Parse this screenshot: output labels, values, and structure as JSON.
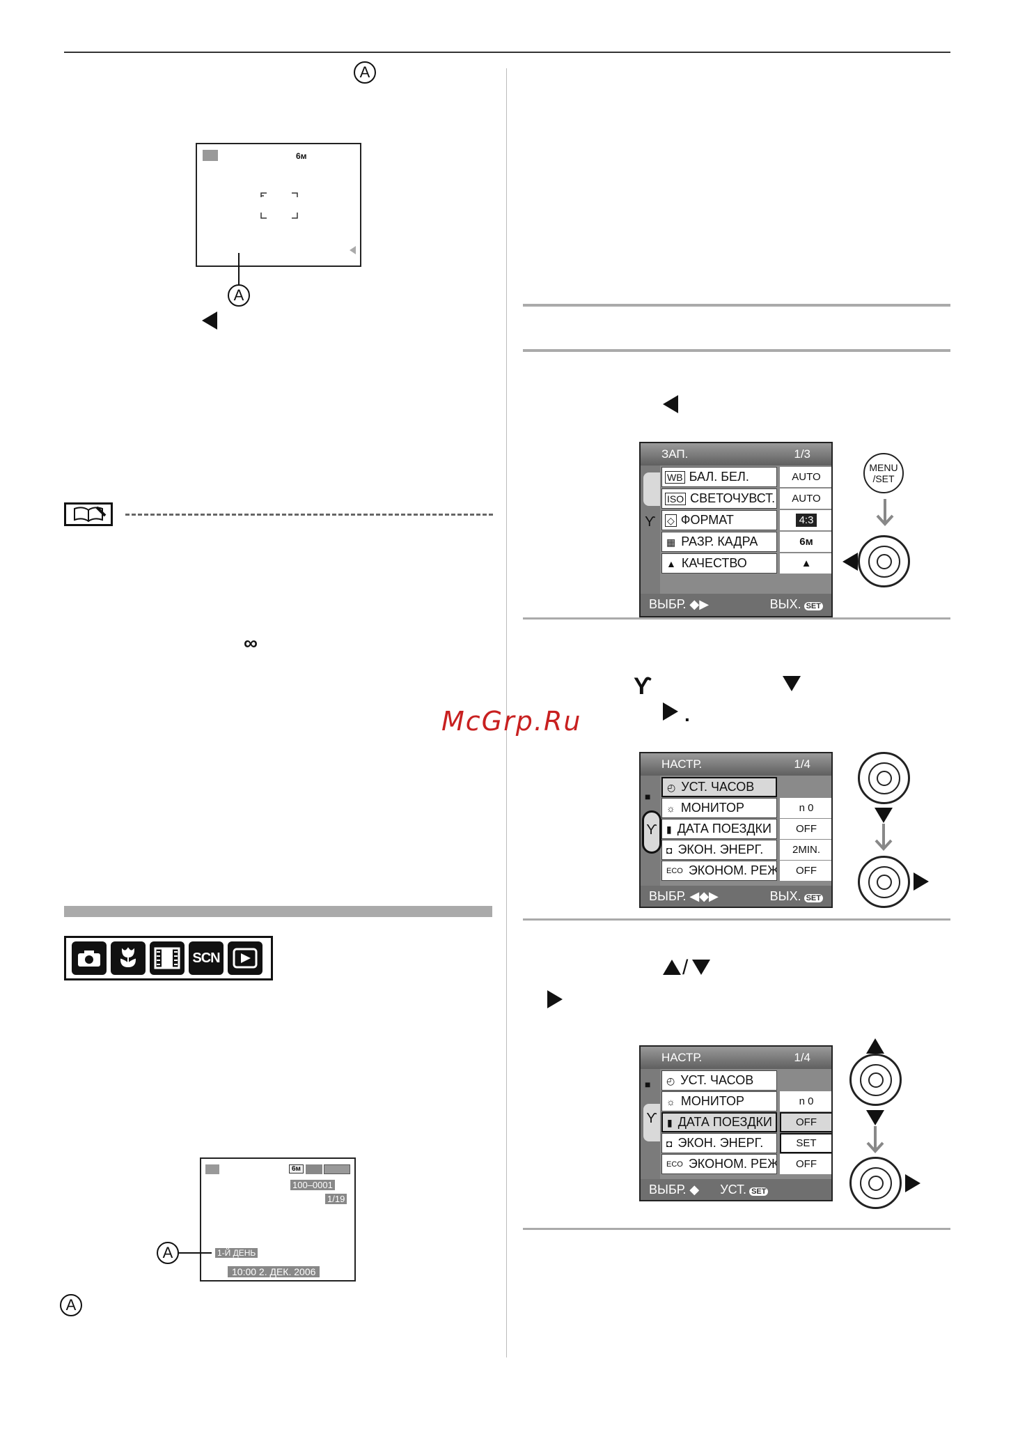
{
  "marker_a": "A",
  "lcd1": {
    "size_label": "6м"
  },
  "note_symbol": "∞",
  "lcd2": {
    "size_label": "6м",
    "file_no": "100–0001",
    "count": "1/19",
    "travel_label": "1-Й ДЕНЬ",
    "datetime": "10:00  2. ДЕК. 2006"
  },
  "mode_icons": [
    "camera-icon",
    "macro-icon",
    "film-icon",
    "SCN",
    "play-icon"
  ],
  "menu1": {
    "title": "ЗАП.",
    "page": "1/3",
    "rows": [
      {
        "icon": "WB",
        "label": "БАЛ. БЕЛ.",
        "value": "AUTO"
      },
      {
        "icon": "ISO",
        "label": "СВЕТОЧУВСТ.",
        "value": "AUTO"
      },
      {
        "icon": "◇",
        "label": "ФОРМАТ",
        "value": "4:3"
      },
      {
        "icon": "▦",
        "label": "РАЗР. КАДРА",
        "value": "6м"
      },
      {
        "icon": "▲",
        "label": "КАЧЕСТВО",
        "value": "▲"
      }
    ],
    "foot_left": "ВЫБР.",
    "foot_left_arrows": "◆▶",
    "foot_right": "ВЫХ.",
    "foot_chip": "SET"
  },
  "menu_button_label": "MENU /SET",
  "menu2": {
    "title": "НАСТР.",
    "page": "1/4",
    "rows": [
      {
        "icon": "◴",
        "label": "УСТ. ЧАСОВ",
        "value": ""
      },
      {
        "icon": "☼",
        "label": "МОНИТОР",
        "value": "n 0"
      },
      {
        "icon": "▮",
        "label": "ДАТА ПОЕЗДКИ",
        "value": "OFF"
      },
      {
        "icon": "◘",
        "label": "ЭКОН. ЭНЕРГ.",
        "value": "2MIN."
      },
      {
        "icon": "ECO",
        "label": "ЭКОНОМ. РЕЖ.",
        "value": "OFF"
      }
    ],
    "foot_left": "ВЫБР.",
    "foot_left_arrows": "◀◆▶",
    "foot_right": "ВЫХ.",
    "foot_chip": "SET"
  },
  "menu3": {
    "title": "НАСТР.",
    "page": "1/4",
    "rows": [
      {
        "icon": "◴",
        "label": "УСТ. ЧАСОВ",
        "value": ""
      },
      {
        "icon": "☼",
        "label": "МОНИТОР",
        "value": "n 0"
      },
      {
        "icon": "▮",
        "label": "ДАТА ПОЕЗДКИ",
        "value": "OFF"
      },
      {
        "icon": "◘",
        "label": "ЭКОН. ЭНЕРГ.",
        "value": "SET"
      },
      {
        "icon": "ECO",
        "label": "ЭКОНОМ. РЕЖ.",
        "value": "OFF"
      }
    ],
    "foot_left": "ВЫБР.",
    "foot_left_arrows": "◆",
    "foot_right": "УСТ.",
    "foot_chip": "SET"
  },
  "step_slash": "/",
  "step_period": ".",
  "watermark": "McGrp.Ru"
}
